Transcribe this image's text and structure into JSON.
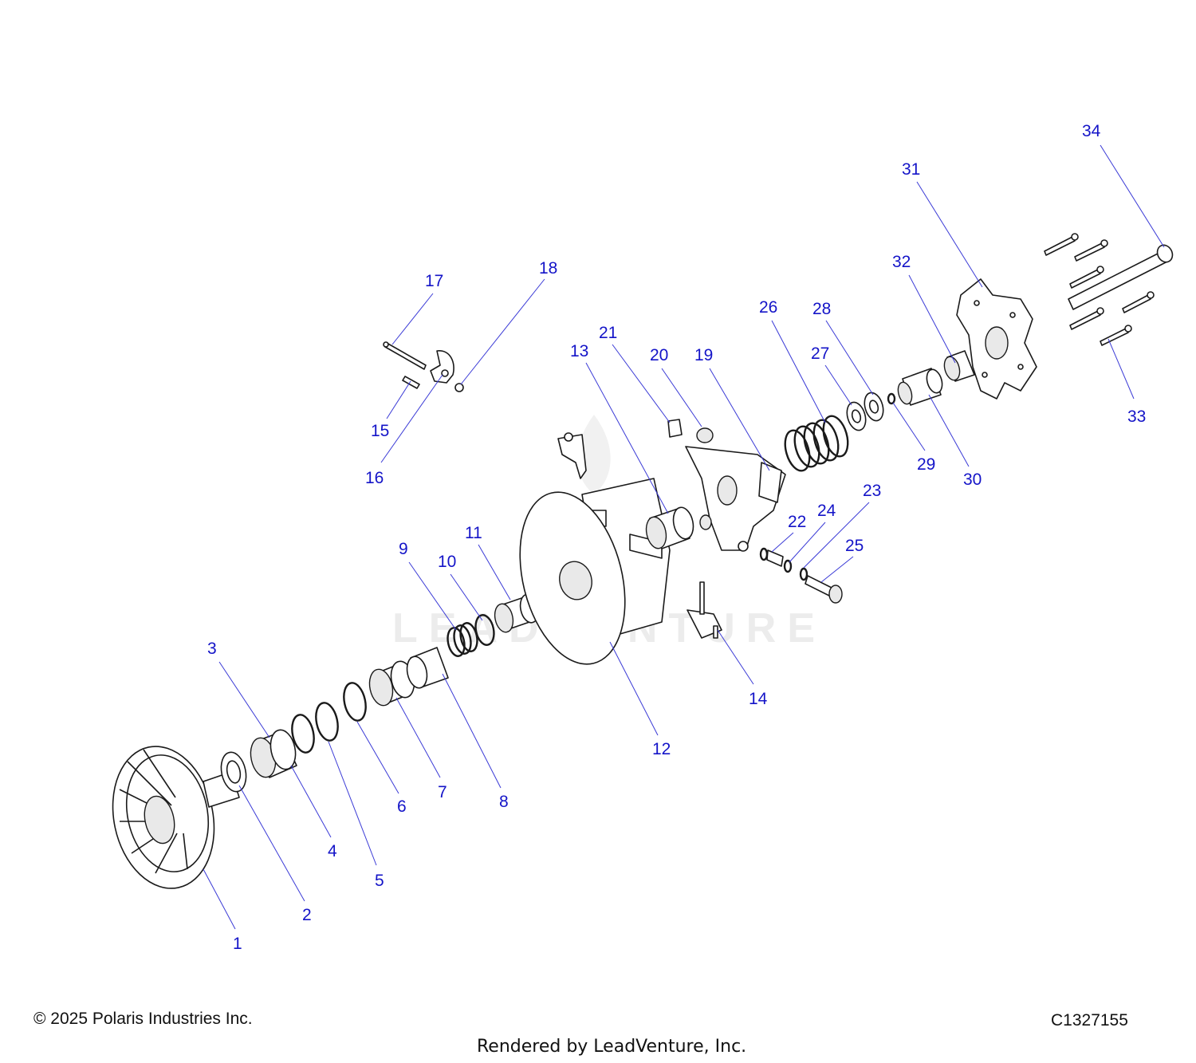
{
  "diagram": {
    "watermark_text": "LEADVENTURE",
    "callouts": [
      "1",
      "2",
      "3",
      "4",
      "5",
      "6",
      "7",
      "8",
      "9",
      "10",
      "11",
      "12",
      "13",
      "14",
      "15",
      "16",
      "17",
      "18",
      "19",
      "20",
      "21",
      "22",
      "23",
      "24",
      "25",
      "26",
      "27",
      "28",
      "29",
      "30",
      "31",
      "32",
      "33",
      "34"
    ]
  },
  "footer": {
    "copyright": "© 2025 Polaris Industries Inc.",
    "drawing_number": "C1327155",
    "rendered_by": "Rendered by LeadVenture, Inc."
  },
  "colors": {
    "callout_text": "#1414c8",
    "leader_line": "#3a3ad6",
    "part_outline": "#1a1a1a",
    "watermark": "#ececec"
  }
}
